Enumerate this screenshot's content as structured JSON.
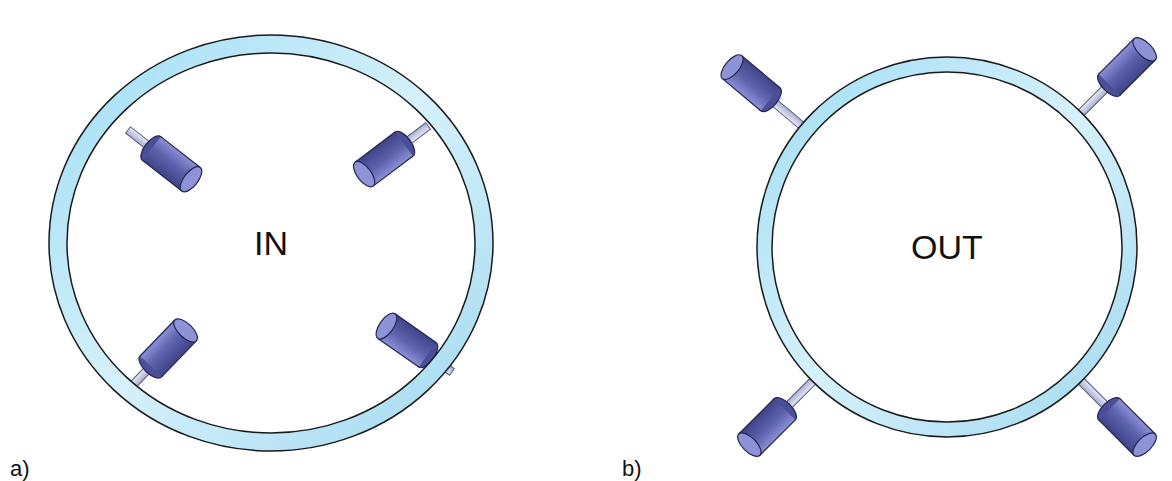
{
  "diagram": {
    "nodes": [
      {
        "text": [
          "IN"
        ]
      },
      {
        "text": [
          "OUT"
        ]
      }
    ],
    "labels": [
      "a)",
      "b)"
    ]
  }
}
